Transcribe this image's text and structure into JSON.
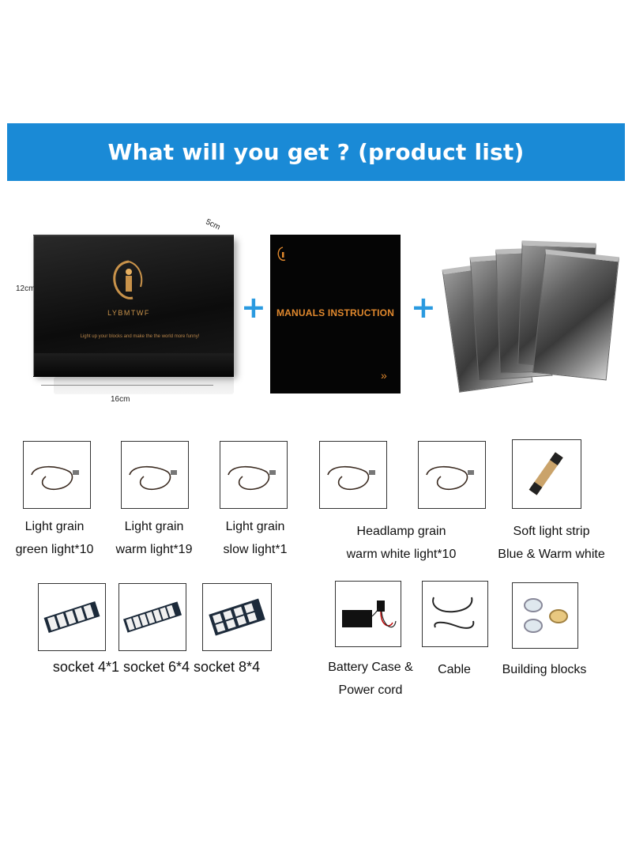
{
  "header": {
    "title": "What will you get ? (product list)"
  },
  "box": {
    "brand": "LYBMTWF",
    "slogan": "Light up your blocks and make the the world more funny!",
    "height_label": "12cm",
    "width_label": "16cm",
    "depth_label": "5cm"
  },
  "manual": {
    "title": "MANUALS INSTRUCTION",
    "arrows": "»"
  },
  "plus_symbol": "+",
  "items_row1": [
    {
      "line1": "Light grain",
      "line2": "green light*10"
    },
    {
      "line1": "Light grain",
      "line2": "warm light*19"
    },
    {
      "line1": "Light grain",
      "line2": "slow light*1"
    },
    {
      "line1": "Headlamp grain",
      "line2": "warm white light*10"
    },
    {
      "line1": "Soft light strip",
      "line2": "Blue & Warm white"
    }
  ],
  "items_row2": {
    "sockets_label": "socket 4*1 socket 6*4 socket 8*4",
    "battery": {
      "line1": "Battery Case &",
      "line2": "Power cord"
    },
    "cable": "Cable",
    "blocks": "Building blocks"
  },
  "colors": {
    "banner": "#1a8ad6",
    "accent_orange": "#e0882d",
    "plus": "#2a9ae0"
  }
}
